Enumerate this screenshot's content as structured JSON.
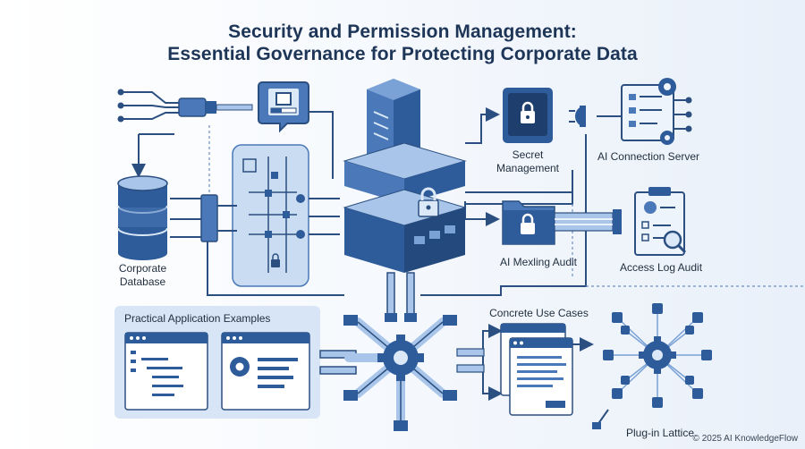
{
  "header": {
    "title_line1": "Security and Permission Management:",
    "title_line2": "Essential Governance for Protecting Corporate Data"
  },
  "nodes": {
    "corporate_database": "Corporate\nDatabase",
    "secret_management": "Secret\nManagement",
    "ai_connection_server": "AI Connection Server",
    "ai_auditing": "AI Mexling Audit",
    "access_log_audit": "Access Log Audit",
    "practical_examples": "Practical Application Examples",
    "concrete_use_cases": "Concrete Use Cases",
    "plugin_lattice": "Plug-in Lattice"
  },
  "footer": {
    "copyright": "© 2025 AI KnowledgeFlow"
  },
  "colors": {
    "dark_blue": "#2e5b9a",
    "mid_blue": "#4a78b8",
    "light_blue": "#a9c6ea",
    "pale_blue": "#dbe8f7",
    "line": "#2b4f80",
    "title": "#1d3557"
  }
}
